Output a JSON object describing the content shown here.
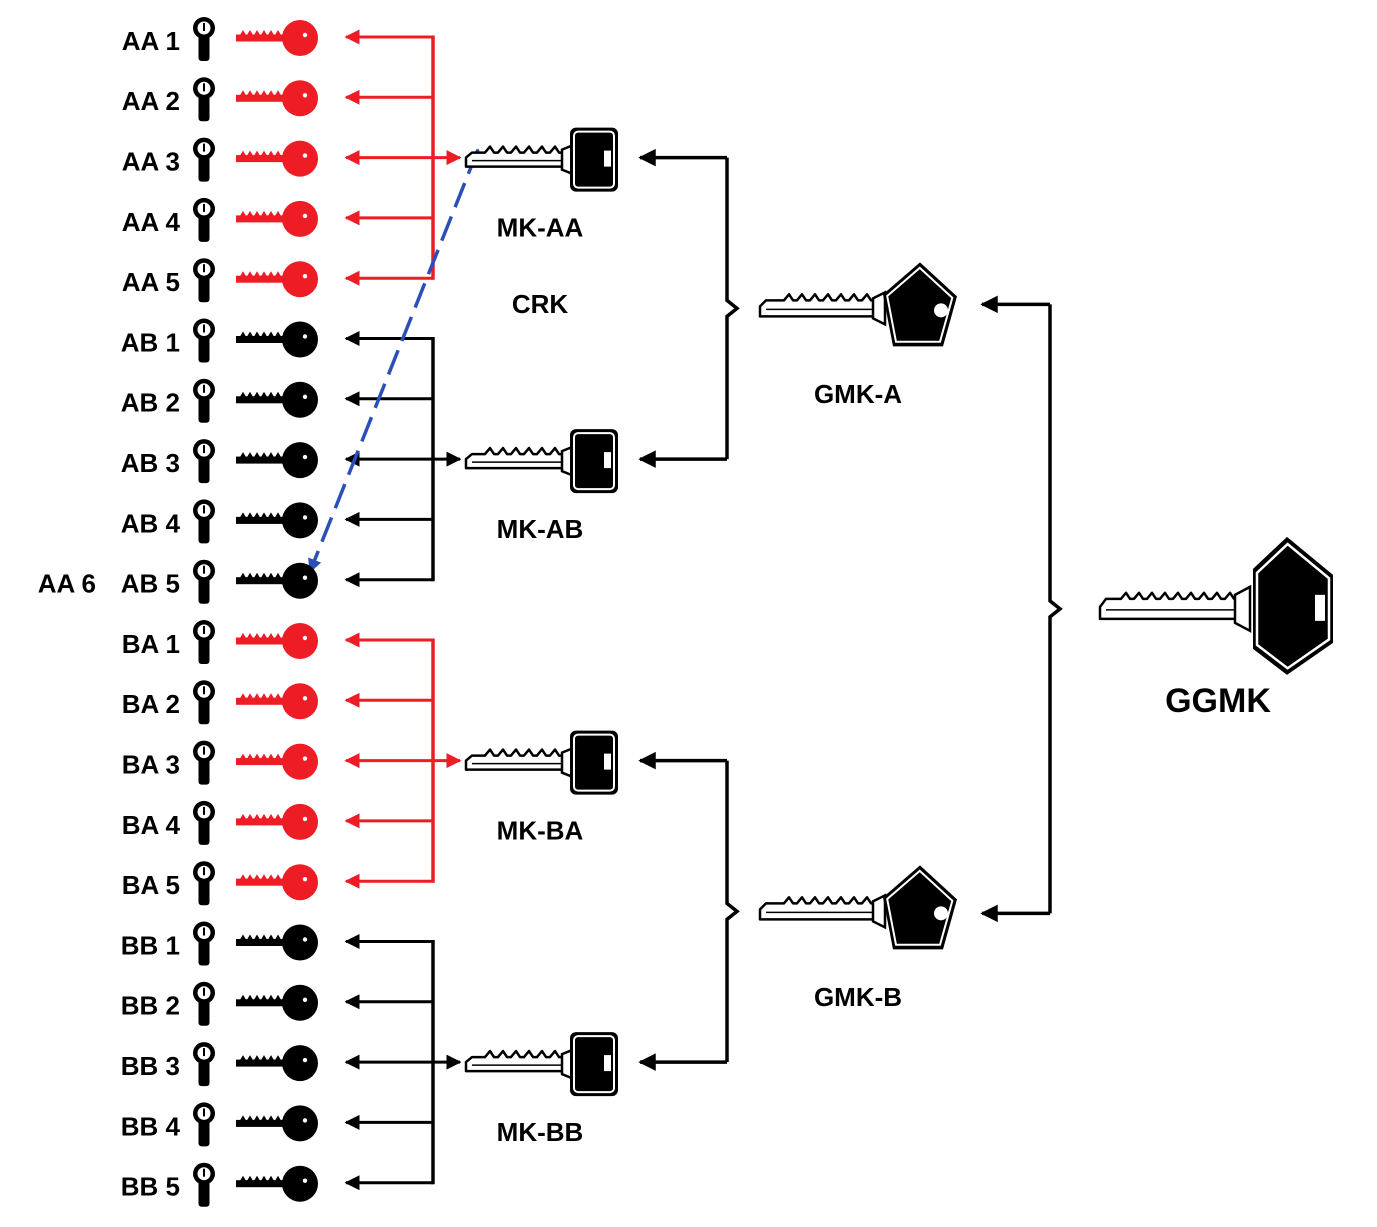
{
  "colors": {
    "red": "#ee1c25",
    "black": "#000000",
    "blue": "#2b4fb8",
    "key_blade": "#ffffff"
  },
  "groups": [
    {
      "name": "MK-AA",
      "color": "red",
      "rows": [
        {
          "label": "AA 1"
        },
        {
          "label": "AA 2"
        },
        {
          "label": "AA 3"
        },
        {
          "label": "AA 4"
        },
        {
          "label": "AA 5"
        }
      ]
    },
    {
      "name": "MK-AB",
      "color": "black",
      "rows": [
        {
          "label": "AB 1"
        },
        {
          "label": "AB 2"
        },
        {
          "label": "AB 3"
        },
        {
          "label": "AB 4"
        },
        {
          "label": "AB 5",
          "prefix": "AA 6"
        }
      ]
    },
    {
      "name": "MK-BA",
      "color": "red",
      "rows": [
        {
          "label": "BA 1"
        },
        {
          "label": "BA 2"
        },
        {
          "label": "BA 3"
        },
        {
          "label": "BA 4"
        },
        {
          "label": "BA 5"
        }
      ]
    },
    {
      "name": "MK-BB",
      "color": "black",
      "rows": [
        {
          "label": "BB 1"
        },
        {
          "label": "BB 2"
        },
        {
          "label": "BB 3"
        },
        {
          "label": "BB 4"
        },
        {
          "label": "BB 5"
        }
      ]
    }
  ],
  "master_keys": [
    {
      "label": "MK-AA",
      "group": 0
    },
    {
      "label": "MK-AB",
      "group": 1
    },
    {
      "label": "MK-BA",
      "group": 2
    },
    {
      "label": "MK-BB",
      "group": 3
    }
  ],
  "grand_master_keys": [
    {
      "label": "GMK-A",
      "children": [
        "MK-AA",
        "MK-AB"
      ]
    },
    {
      "label": "GMK-B",
      "children": [
        "MK-BA",
        "MK-BB"
      ]
    }
  ],
  "great_grand_master_key": {
    "label": "GGMK",
    "children": [
      "GMK-A",
      "GMK-B"
    ]
  },
  "cross_key": {
    "label": "CRK",
    "from": "MK-AA",
    "to": "AB 5",
    "line_style": "dashed",
    "color": "blue"
  }
}
